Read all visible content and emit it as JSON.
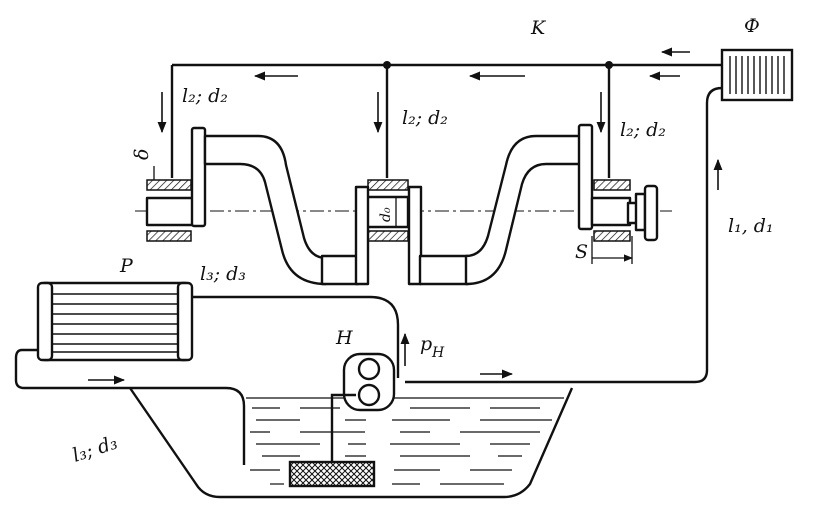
{
  "labels": {
    "main_line": "K",
    "filter_fine": "Ф",
    "filter_coarse": "P",
    "pump": "H",
    "pump_pressure": "p",
    "pump_pressure_sub": "H",
    "pipe_supply": "l₁, d₁",
    "pipe_branch_left": "l₂; d₂",
    "pipe_branch_mid": "l₂; d₂",
    "pipe_branch_right": "l₂; d₂",
    "pipe_return_upper": "l₃; d₃",
    "pipe_return_lower": "l₃; d₃",
    "bearing_clearance": "δ",
    "journal_diameter": "d₀",
    "bearing_width": "S"
  },
  "colors": {
    "ink": "#111111",
    "paper": "#ffffff"
  }
}
